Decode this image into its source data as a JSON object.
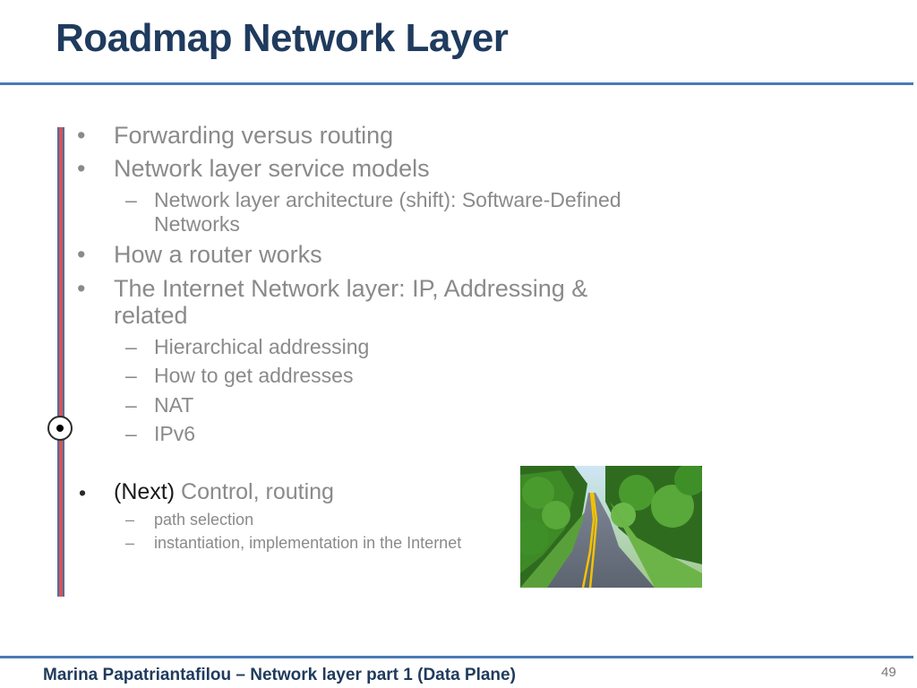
{
  "slide": {
    "title": "Roadmap Network Layer",
    "footer": "Marina Papatriantafilou –  Network layer part 1 (Data Plane)",
    "page_number": "49"
  },
  "outline": {
    "bullet_glyph": "•",
    "dash_glyph": "–",
    "items": [
      {
        "level": 1,
        "text": "Forwarding versus routing"
      },
      {
        "level": 1,
        "text": "Network layer service models"
      },
      {
        "level": 2,
        "text": "Network layer architecture (shift): Software-Defined",
        "cont": "Networks"
      },
      {
        "level": 1,
        "text": "How a router works"
      },
      {
        "level": 1,
        "text": "The Internet Network layer: IP, Addressing &",
        "cont": "related"
      },
      {
        "level": 2,
        "text": "Hierarchical addressing"
      },
      {
        "level": 2,
        "text": "How to get addresses"
      },
      {
        "level": 2,
        "text": "NAT"
      },
      {
        "level": 2,
        "text": "IPv6"
      },
      {
        "level": 1,
        "prefix": "(Next)",
        "text": " Control, routing"
      },
      {
        "level": 3,
        "text": "path selection"
      },
      {
        "level": 3,
        "text": "instantiation, implementation in the Internet"
      }
    ]
  },
  "colors": {
    "title": "#1f3b5e",
    "rule": "#4a7ab8",
    "muted_text": "#8a8a8a",
    "progress_fill": "#d9534f"
  }
}
